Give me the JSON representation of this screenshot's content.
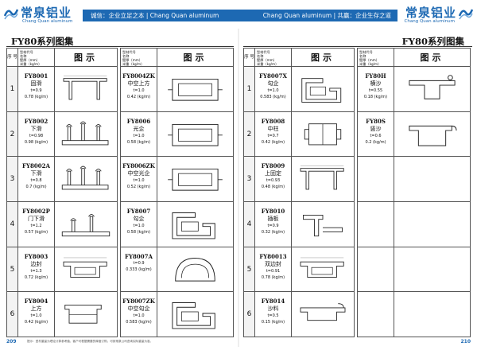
{
  "header": {
    "logo_cn": "常泉铝业",
    "logo_en": "Chang Quan aluminum",
    "left_slogan": "诚信：企业立足之本 | Chang Quan aluminum",
    "right_slogan": "Chang Quan aluminum | 共赢：企业生存之道",
    "brand_color": "#1d69b3"
  },
  "pages": [
    {
      "title": "FY80系列图集",
      "page_number": "209",
      "footnote": "提示：型材重量为理论计算参考值，客户可根据需要的厚度订购，可到常泉公司咨询实际重量为准。",
      "columns": [
        {
          "head": {
            "seq": "序 号",
            "keys": [
              "型材代号",
              "名称",
              "壁厚（mm）",
              "米重（kg/m）"
            ],
            "fig": "图示"
          },
          "rows": [
            {
              "seq": "1",
              "code": "FY8001",
              "name": "固滑",
              "t": "t=0.9",
              "w": "0.78 (kg/m)",
              "shape": "fixed"
            },
            {
              "seq": "2",
              "code": "FY8002",
              "name": "下滑",
              "t": "t=0.98",
              "w": "0.98 (kg/m)",
              "shape": "rail"
            },
            {
              "seq": "3",
              "code": "FY8002A",
              "name": "下滑",
              "t": "t=0.8",
              "w": "0.7 (kg/m)",
              "shape": "rail"
            },
            {
              "seq": "4",
              "code": "FY8002P",
              "name": "门下滑",
              "t": "t=1.2",
              "w": "0.57 (kg/m)",
              "shape": "doorrail"
            },
            {
              "seq": "5",
              "code": "FY8003",
              "name": "边封",
              "t": "t=1.3",
              "w": "0.72 (kg/m)",
              "shape": "seal"
            },
            {
              "seq": "6",
              "code": "FY8004",
              "name": "上方",
              "t": "t=1.0",
              "w": "0.42 (kg/m)",
              "shape": "top"
            }
          ]
        },
        {
          "head": {
            "seq": "",
            "keys": [
              "型材代号",
              "名称",
              "壁厚（mm）",
              "米重（kg/m）"
            ],
            "fig": "图示"
          },
          "rows": [
            {
              "seq": "",
              "code": "FY8004ZK",
              "name": "中空上方",
              "t": "t=1.0",
              "w": "0.42 (kg/m)",
              "shape": "hollow"
            },
            {
              "seq": "",
              "code": "FY8006",
              "name": "光企",
              "t": "t=1.0",
              "w": "0.58 (kg/m)",
              "shape": "hollow"
            },
            {
              "seq": "",
              "code": "FY8006ZK",
              "name": "中空光企",
              "t": "t=1.0",
              "w": "0.52 (kg/m)",
              "shape": "hollow"
            },
            {
              "seq": "",
              "code": "FY8007",
              "name": "勾企",
              "t": "t=1.0",
              "w": "0.58 (kg/m)",
              "shape": "hook"
            },
            {
              "seq": "",
              "code": "FY8007A",
              "name": "",
              "t": "t=0.9",
              "w": "0.333 (kg/m)",
              "shape": "round"
            },
            {
              "seq": "",
              "code": "FY8007ZK",
              "name": "中空勾企",
              "t": "t=1.0",
              "w": "0.583 (kg/m)",
              "shape": "hook"
            }
          ]
        }
      ]
    },
    {
      "title": "FY80系列图集",
      "page_number": "210",
      "columns": [
        {
          "head": {
            "seq": "序 号",
            "keys": [
              "型材代号",
              "名称",
              "壁厚（mm）",
              "米重（kg/m）"
            ],
            "fig": "图示"
          },
          "rows": [
            {
              "seq": "1",
              "code": "FY8007X",
              "name": "勾企",
              "t": "t=1.0",
              "w": "0.583 (kg/m)",
              "shape": "hook"
            },
            {
              "seq": "2",
              "code": "FY8008",
              "name": "中柱",
              "t": "t=0.7",
              "w": "0.42 (kg/m)",
              "shape": "mullion"
            },
            {
              "seq": "3",
              "code": "FY8009",
              "name": "上固定",
              "t": "t=0.93",
              "w": "0.48 (kg/m)",
              "shape": "fixed"
            },
            {
              "seq": "4",
              "code": "FY8010",
              "name": "插板",
              "t": "t=0.9",
              "w": "0.32 (kg/m)",
              "shape": "plate"
            },
            {
              "seq": "5",
              "code": "FY80013",
              "name": "双边封",
              "t": "t=0.91",
              "w": "0.78 (kg/m)",
              "shape": "seal"
            },
            {
              "seq": "6",
              "code": "FY8014",
              "name": "沙料",
              "t": "t=0.5",
              "w": "0.15 (kg/m)",
              "shape": "screen"
            }
          ]
        },
        {
          "head": {
            "seq": "",
            "keys": [
              "型材代号",
              "名称",
              "壁厚（mm）",
              "米重（kg/m）"
            ],
            "fig": "图示"
          },
          "rows": [
            {
              "seq": "",
              "code": "FY80H",
              "name": "横沙",
              "t": "t=0.55",
              "w": "0.18 (kg/m)",
              "shape": "screenh"
            },
            {
              "seq": "",
              "code": "FY80S",
              "name": "竖沙",
              "t": "t=0.6",
              "w": "0.2 (kg/m)",
              "shape": "screenv"
            },
            {
              "seq": "",
              "code": "",
              "name": "",
              "t": "",
              "w": "",
              "shape": ""
            },
            {
              "seq": "",
              "code": "",
              "name": "",
              "t": "",
              "w": "",
              "shape": ""
            },
            {
              "seq": "",
              "code": "",
              "name": "",
              "t": "",
              "w": "",
              "shape": ""
            },
            {
              "seq": "",
              "code": "",
              "name": "",
              "t": "",
              "w": "",
              "shape": ""
            }
          ]
        }
      ]
    }
  ]
}
